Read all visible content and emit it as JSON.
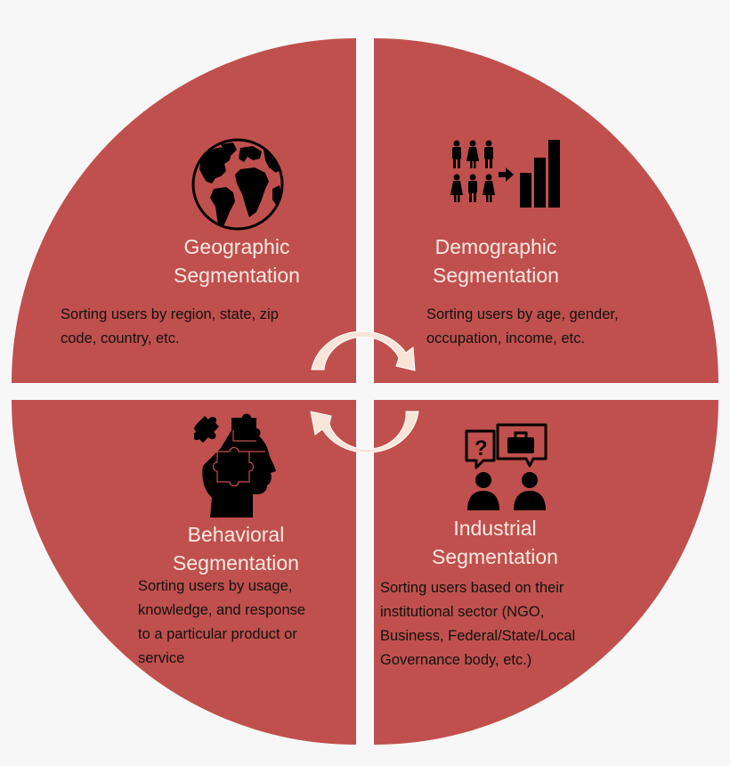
{
  "diagram": {
    "type": "quadrant-cycle",
    "colors": {
      "background": "#f7f7f7",
      "quadrant_fill": "#c0504d",
      "title_text": "#fbe9e4",
      "body_text": "#111111",
      "cycle_arrows": "#f9e4d8"
    },
    "center_arrows": {
      "icon": "cycle-arrows-icon",
      "direction": "clockwise"
    },
    "quadrants": [
      {
        "position": "top-left",
        "icon": "globe-icon",
        "title_line1": "Geographic",
        "title_line2": "Segmentation",
        "desc_lines": [
          "Sorting users by region, state, zip",
          "code, country, etc."
        ]
      },
      {
        "position": "top-right",
        "icon": "people-to-bar-chart-icon",
        "title_line1": "Demographic",
        "title_line2": "Segmentation",
        "desc_lines": [
          "Sorting users by age, gender,",
          "occupation, income, etc."
        ]
      },
      {
        "position": "bottom-left",
        "icon": "head-puzzle-icon",
        "title_line1": "Behavioral",
        "title_line2": "Segmentation",
        "desc_lines": [
          "Sorting users by usage,",
          "knowledge, and response",
          "to a particular product or",
          "service"
        ]
      },
      {
        "position": "bottom-right",
        "icon": "people-conversation-briefcase-icon",
        "title_line1": "Industrial",
        "title_line2": "Segmentation",
        "desc_lines": [
          "Sorting users based on their",
          "institutional sector (NGO,",
          "Business, Federal/State/Local",
          "Governance body, etc.)"
        ]
      }
    ]
  }
}
